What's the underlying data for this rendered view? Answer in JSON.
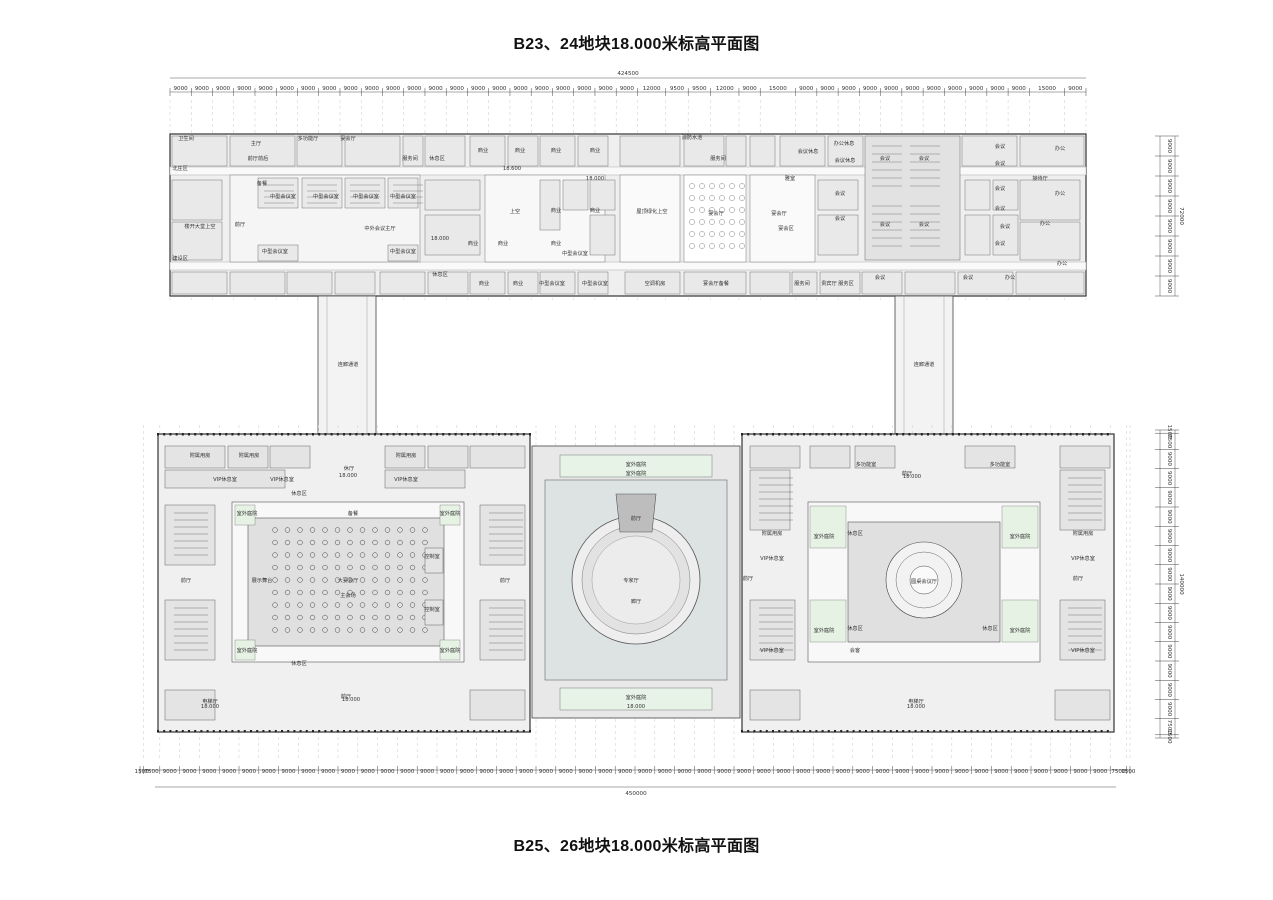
{
  "titles": {
    "top": "B23、24地块18.000米标高平面图",
    "bottom": "B25、26地块18.000米标高平面图"
  },
  "top_plan": {
    "overall_dim": "424500",
    "grid_dims": [
      "9000",
      "9000",
      "9000",
      "9000",
      "9000",
      "9000",
      "9000",
      "9000",
      "9000",
      "9000",
      "9000",
      "9000",
      "9000",
      "9000",
      "9000",
      "9000",
      "9000",
      "9000",
      "9000",
      "9000",
      "9000",
      "9000",
      "12000",
      "9500",
      "9500",
      "12000",
      "9000",
      "15000",
      "9000",
      "9000",
      "9000",
      "9000",
      "9000",
      "9000",
      "9000",
      "9000",
      "9000",
      "9000",
      "9000",
      "15000",
      "9000"
    ],
    "right_total": "72000",
    "right_dims": [
      "9000",
      "9000",
      "9000",
      "9000",
      "9000",
      "9000",
      "9000",
      "9000"
    ],
    "rooms": [
      "北庄区",
      "卫生间",
      "前厅前后",
      "主厅",
      "多功能厅",
      "宴会厅",
      "服务间",
      "休息区",
      "商业",
      "商业",
      "商业",
      "商业",
      "商业",
      "商业",
      "商业",
      "商业",
      "商业",
      "商业",
      "商业",
      "中型会议室",
      "中型会议室",
      "中型会议室",
      "中型会议室",
      "中型会议室",
      "中型会议室",
      "中型会议室",
      "中型会议室",
      "中型会议室",
      "中外会议主厅",
      "楼开大堂上空",
      "建设区",
      "前厅",
      "备餐",
      "休息区",
      "上空",
      "屋顶绿化上空",
      "空调机房",
      "宴会厅备餐",
      "消防水池",
      "宴会厅",
      "宴会厅",
      "宴会区",
      "贵宾厅",
      "服务间",
      "服务区",
      "会议",
      "会议",
      "会议",
      "会议",
      "会议",
      "会议",
      "会议",
      "会议",
      "会议",
      "会议",
      "会议",
      "办公",
      "办公",
      "办公",
      "办公",
      "办公",
      "接待厅",
      "办公休息",
      "会议休息",
      "雅室",
      "会议休息",
      "服务间",
      "会议",
      "18.600",
      "18.000",
      "18.000",
      "会议",
      "会议"
    ]
  },
  "bridges": [
    "连廊通道",
    "连廊通道"
  ],
  "bottom_plan": {
    "overall_dim": "450000",
    "grid_dims": [
      "1500",
      "7500",
      "9000",
      "9000",
      "9000",
      "9000",
      "9000",
      "9000",
      "9000",
      "9000",
      "9000",
      "9000",
      "9000",
      "9000",
      "9000",
      "9000",
      "9000",
      "9000",
      "9000",
      "9000",
      "9000",
      "9000",
      "9000",
      "9000",
      "9000",
      "9000",
      "9000",
      "9000",
      "9000",
      "9000",
      "9000",
      "9000",
      "9000",
      "9000",
      "9000",
      "9000",
      "9000",
      "9000",
      "9000",
      "9000",
      "9000",
      "9000",
      "9000",
      "9000",
      "9000",
      "9000",
      "9000",
      "9000",
      "9000",
      "9000",
      "7500",
      "1500"
    ],
    "right_total": "140000",
    "right_dims": [
      "1500",
      "7500",
      "9000",
      "9000",
      "9000",
      "9000",
      "9000",
      "9000",
      "9000",
      "9000",
      "9000",
      "9000",
      "9000",
      "9000",
      "9000",
      "9000",
      "7500",
      "1500"
    ],
    "rooms": [
      "附属用房",
      "附属用房",
      "VIP休息室",
      "VIP休息室",
      "附属用房",
      "VIP休息室",
      "休厅",
      "大宴会厅",
      "备餐",
      "室外庭院",
      "控制室",
      "室外庭院",
      "室外庭院",
      "室外庭院",
      "控制室",
      "展示舞台",
      "休息区",
      "休息区",
      "前厅",
      "前厅",
      "室外庭院",
      "主会场",
      "廊厅",
      "室外庭院",
      "专家厅",
      "室外庭院",
      "附属用房",
      "VIP休息室",
      "VIP休息室",
      "多功能室",
      "休息区",
      "室外庭院",
      "室外庭院",
      "圆桌会议厅",
      "休息区",
      "室外庭院",
      "室外庭院",
      "前厅",
      "附属用房",
      "VIP休息室",
      "VIP休息室",
      "前厅",
      "前厅",
      "休息区",
      "多功能室",
      "前厅",
      "电梯厅",
      "电梯厅",
      "会客",
      "前厅",
      "18.000",
      "18.000",
      "18.000",
      "18.000",
      "18.000",
      "18.000"
    ]
  }
}
